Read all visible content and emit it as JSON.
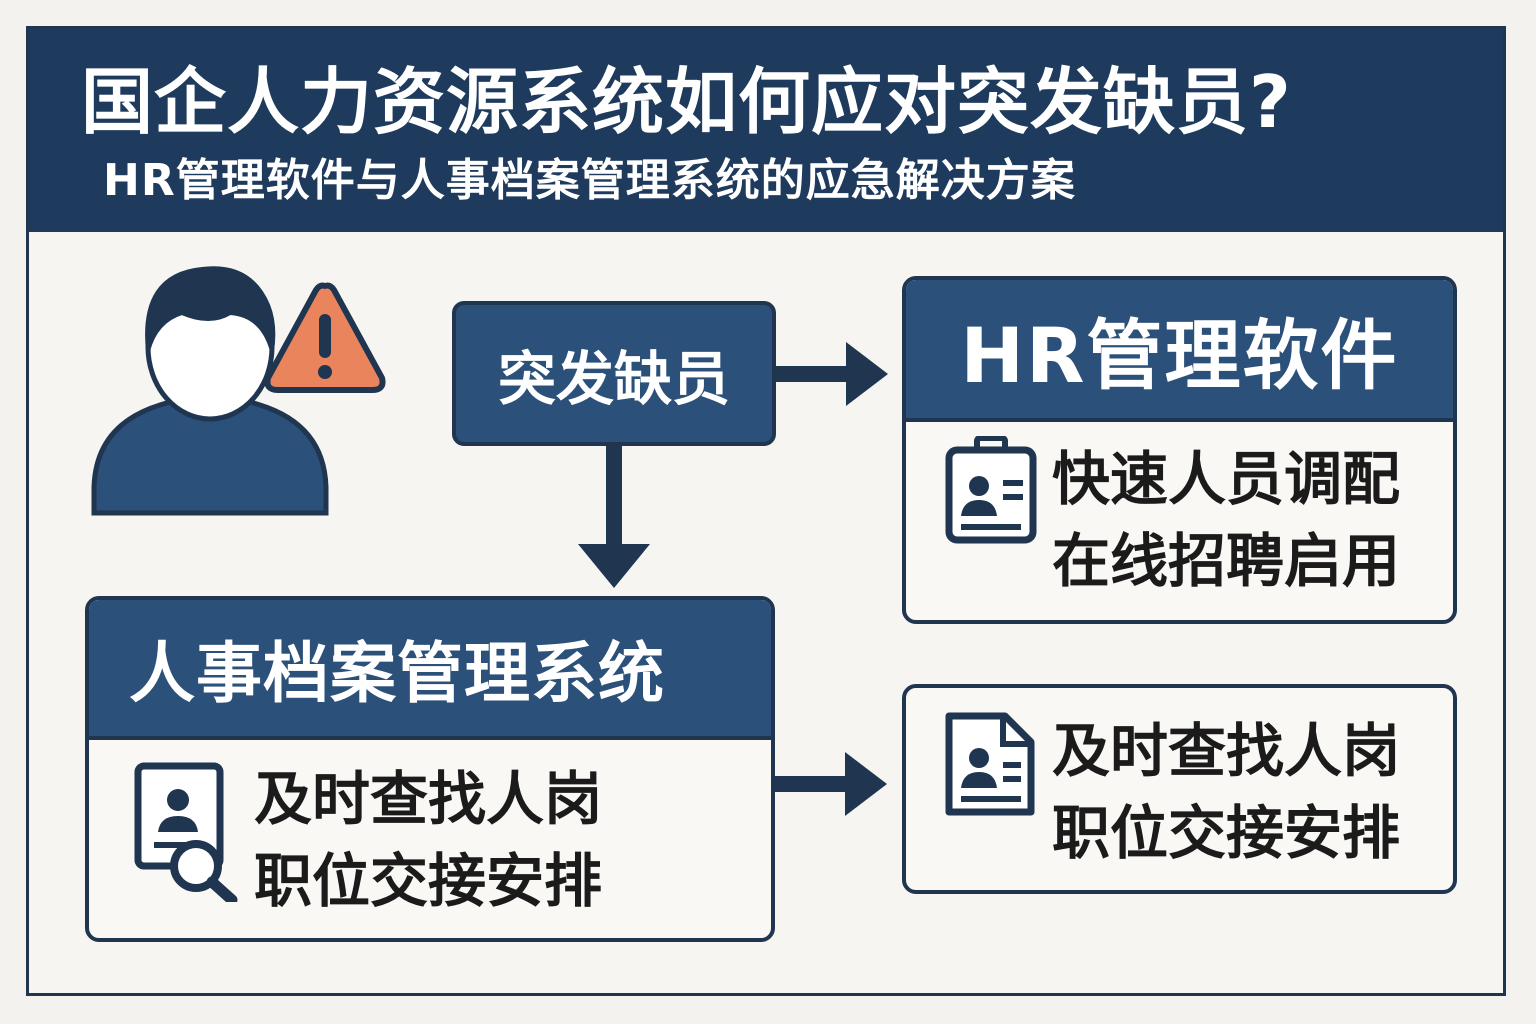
{
  "header": {
    "title": "国企人力资源系统如何应对突发缺员?",
    "subtitle": "HR管理软件与人事档案管理系统的应急解决方案"
  },
  "flow": {
    "trigger_label": "突发缺员",
    "hr_software": {
      "title": "HR管理软件",
      "lines": [
        "快速人员调配",
        "在线招聘启用"
      ]
    },
    "records_system": {
      "title": "人事档案管理系统",
      "lines": [
        "及时查找人岗",
        "职位交接安排"
      ]
    },
    "result": {
      "lines": [
        "及时查找人岗",
        "职位交接安排"
      ]
    }
  },
  "icons": [
    "person-icon",
    "warning-icon",
    "id-card-icon",
    "document-search-icon",
    "document-icon"
  ],
  "colors": {
    "navy": "#1e3a5c",
    "box_blue": "#2b5079",
    "warning_orange": "#e9845c",
    "background": "#f3f2ee"
  }
}
